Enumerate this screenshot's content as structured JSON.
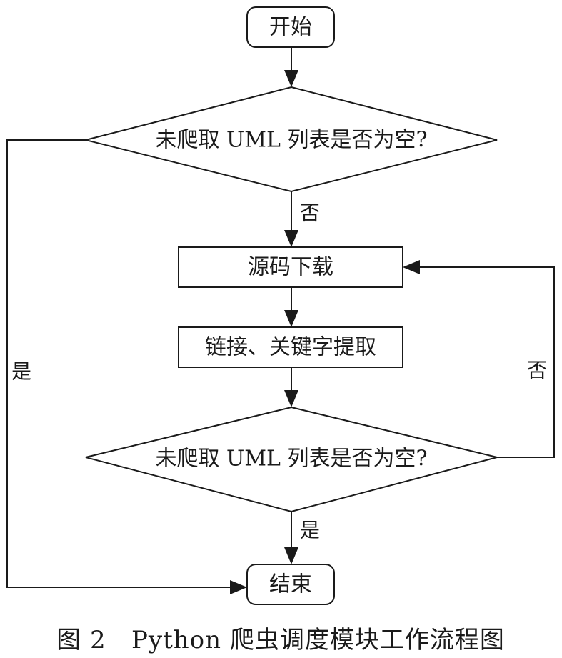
{
  "diagram": {
    "nodes": {
      "start": "开始",
      "check1": "未爬取 UML 列表是否为空?",
      "download": "源码下载",
      "extract": "链接、关键字提取",
      "check2": "未爬取 UML 列表是否为空?",
      "end": "结束"
    },
    "edge_labels": {
      "check1_no": "否",
      "check1_yes": "是",
      "check2_yes": "是",
      "check2_no": "否"
    },
    "caption": "图 2   Python 爬虫调度模块工作流程图"
  }
}
